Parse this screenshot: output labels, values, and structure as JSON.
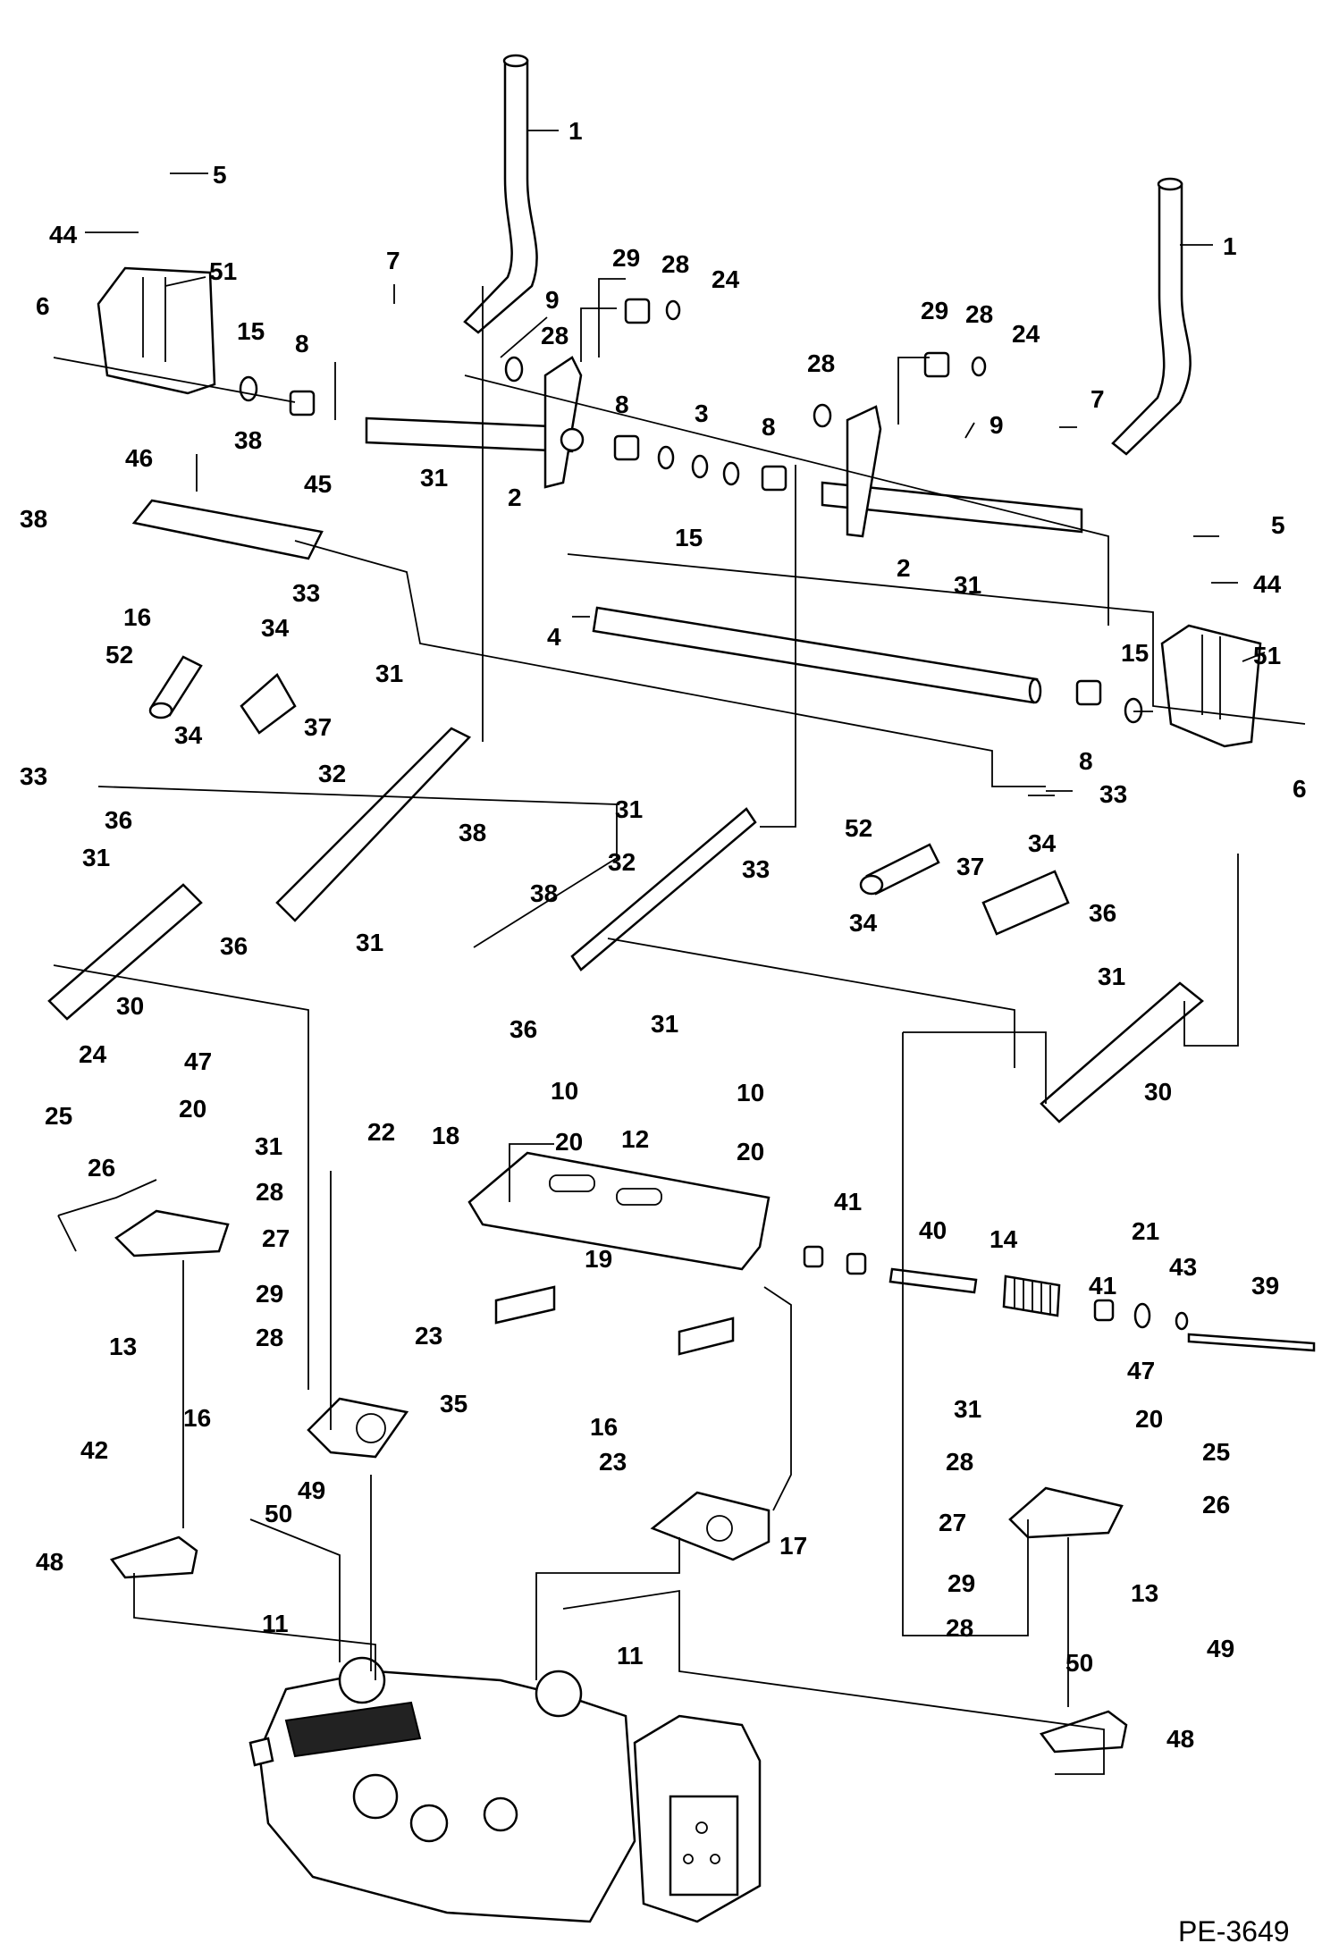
{
  "document_id": "PE-3649",
  "callout_labels": [
    "1",
    "5",
    "44",
    "51",
    "7",
    "9",
    "29",
    "28",
    "24",
    "6",
    "15",
    "8",
    "28",
    "8",
    "3",
    "8",
    "28",
    "29",
    "28",
    "24",
    "1",
    "7",
    "9",
    "46",
    "38",
    "45",
    "38",
    "31",
    "2",
    "15",
    "2",
    "31",
    "5",
    "44",
    "33",
    "16",
    "34",
    "4",
    "52",
    "37",
    "15",
    "51",
    "34",
    "31",
    "8",
    "6",
    "33",
    "32",
    "31",
    "52",
    "33",
    "38",
    "34",
    "36",
    "31",
    "32",
    "33",
    "37",
    "38",
    "34",
    "36",
    "31",
    "36",
    "31",
    "30",
    "36",
    "31",
    "24",
    "47",
    "30",
    "10",
    "10",
    "31",
    "25",
    "20",
    "22",
    "18",
    "20",
    "12",
    "20",
    "41",
    "26",
    "28",
    "40",
    "14",
    "21",
    "43",
    "39",
    "27",
    "19",
    "41",
    "29",
    "13",
    "28",
    "23",
    "47",
    "35",
    "31",
    "20",
    "16",
    "25",
    "28",
    "42",
    "49",
    "16",
    "23",
    "26",
    "27",
    "50",
    "48",
    "17",
    "29",
    "13",
    "11",
    "28",
    "11",
    "49",
    "50",
    "48"
  ]
}
